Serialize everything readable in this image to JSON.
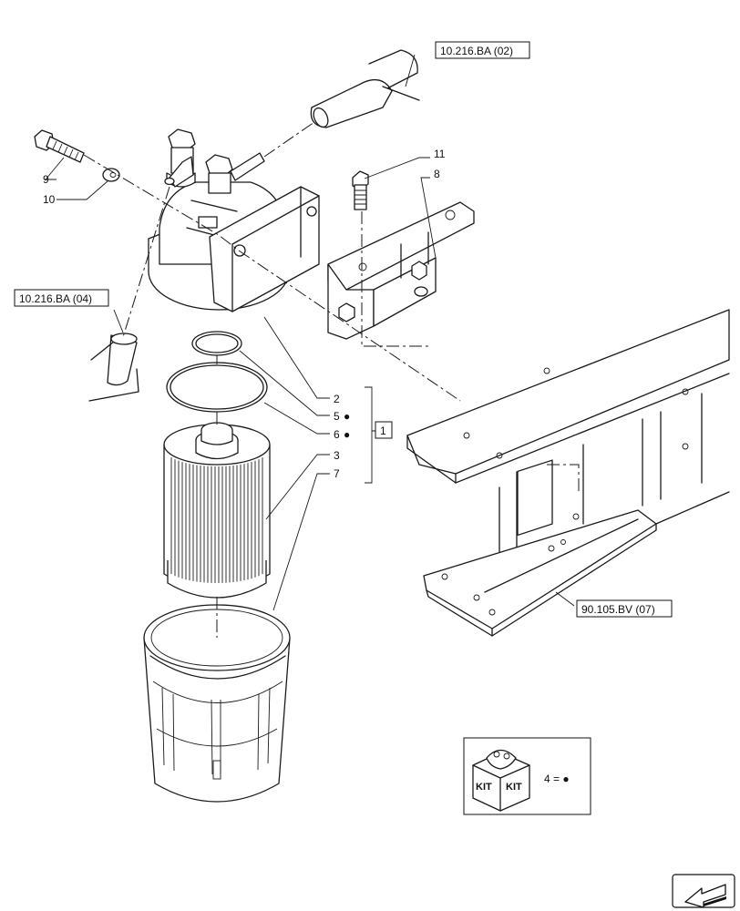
{
  "callouts": [
    {
      "id": "c2",
      "num": "2",
      "marker": ""
    },
    {
      "id": "c5",
      "num": "5",
      "marker": "●"
    },
    {
      "id": "c6",
      "num": "6",
      "marker": "●"
    },
    {
      "id": "c3",
      "num": "3",
      "marker": ""
    },
    {
      "id": "c7",
      "num": "7",
      "marker": ""
    },
    {
      "id": "c8",
      "num": "8",
      "marker": ""
    },
    {
      "id": "c9",
      "num": "9",
      "marker": ""
    },
    {
      "id": "c10",
      "num": "10",
      "marker": ""
    },
    {
      "id": "c11",
      "num": "11",
      "marker": ""
    }
  ],
  "group_bracket": {
    "label": "1"
  },
  "references": [
    {
      "id": "ref-top",
      "text": "10.216.BA (02)"
    },
    {
      "id": "ref-left",
      "text": "10.216.BA (04)"
    },
    {
      "id": "ref-bottom",
      "text": "90.105.BV (07)"
    }
  ],
  "kit_legend": {
    "badge_left": "KIT",
    "badge_right": "KIT",
    "equation": "4 = ●"
  },
  "nav_icon": "arrow-back-icon"
}
